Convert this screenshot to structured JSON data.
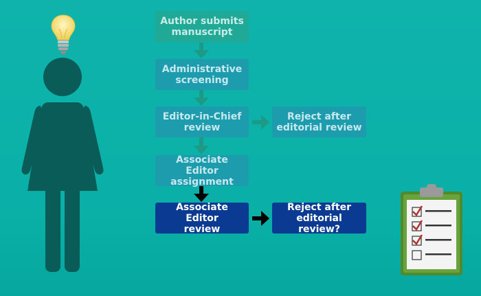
{
  "flowchart": {
    "steps": [
      {
        "id": "author-submits",
        "label": "Author submits\nmanuscript"
      },
      {
        "id": "admin-screening",
        "label": "Administrative\nscreening"
      },
      {
        "id": "eic-review",
        "label": "Editor-in-Chief\nreview"
      },
      {
        "id": "ae-assignment",
        "label": "Associate Editor\nassignment"
      },
      {
        "id": "ae-review",
        "label": "Associate Editor\nreview"
      }
    ],
    "rejections": [
      {
        "id": "reject-editorial",
        "label": "Reject after\neditorial review"
      },
      {
        "id": "reject-editorial-q",
        "label": "Reject after\neditorial review?"
      }
    ]
  },
  "colors": {
    "background": "#0fb3ab",
    "faded_green_box": "#20a997",
    "faded_blue_box": "#1d9cae",
    "active_box": "#0a3a92",
    "person": "#095c57",
    "bulb": "#f4e07a",
    "clipboard_frame": "#4f8a2c",
    "check_mark": "#b3322e"
  },
  "icons": {
    "person": "woman-figure-icon",
    "idea": "lightbulb-icon",
    "checklist": "clipboard-checklist-icon"
  },
  "checklist": {
    "items_checked": [
      true,
      true,
      true,
      false
    ]
  }
}
